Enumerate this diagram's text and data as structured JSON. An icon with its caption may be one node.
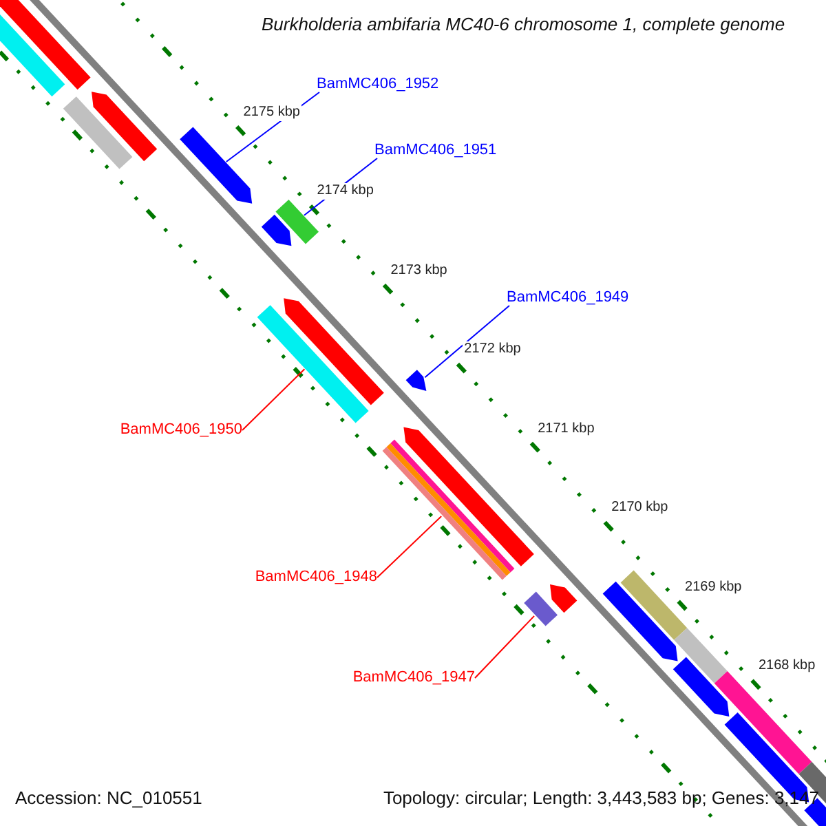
{
  "diagram": {
    "title": "Burkholderia ambifaria MC40-6 chromosome 1, complete genome",
    "nodes": [
      {
        "text": [
          "BamMC406_1952"
        ]
      },
      {
        "text": [
          "BamMC406_1951"
        ]
      },
      {
        "text": [
          "BamMC406_1949"
        ]
      },
      {
        "text": [
          "BamMC406_1950"
        ]
      },
      {
        "text": [
          "BamMC406_1948"
        ]
      },
      {
        "text": [
          "BamMC406_1947"
        ]
      },
      {
        "text": [],
        "shape": "bar"
      },
      {
        "text": [],
        "shape": "bar"
      },
      {
        "text": [],
        "shape": "bar"
      },
      {
        "text": [],
        "shape": "bar"
      },
      {
        "text": [],
        "shape": "bar"
      },
      {
        "text": [],
        "shape": "bar"
      },
      {
        "text": [],
        "shape": "bar"
      },
      {
        "text": [],
        "shape": "bar"
      },
      {
        "text": [],
        "shape": "bar"
      },
      {
        "text": [],
        "shape": "bar"
      },
      {
        "text": [],
        "shape": "bar"
      },
      {
        "text": [],
        "shape": "bar"
      }
    ],
    "edges": [
      {
        "from": 0,
        "to": 6,
        "arrow": "none",
        "color": "#0000ff"
      },
      {
        "from": 1,
        "to": 7,
        "arrow": "none",
        "color": "#0000ff"
      },
      {
        "from": 2,
        "to": 8,
        "arrow": "none",
        "color": "#0000ff"
      },
      {
        "from": 3,
        "to": 9,
        "arrow": "none",
        "color": "#ff0000"
      },
      {
        "from": 4,
        "to": 10,
        "arrow": "none",
        "color": "#ff0000"
      },
      {
        "from": 5,
        "to": 11,
        "arrow": "none",
        "color": "#ff0000"
      }
    ],
    "labels": [
      "2175 kbp",
      "2174 kbp",
      "2173 kbp",
      "2172 kbp",
      "2171 kbp",
      "2170 kbp",
      "2169 kbp",
      "2168 kbp",
      "Accession: NC_010551",
      "Topology: circular; Length: 3,443,583 bp; Genes: 3,147"
    ]
  }
}
